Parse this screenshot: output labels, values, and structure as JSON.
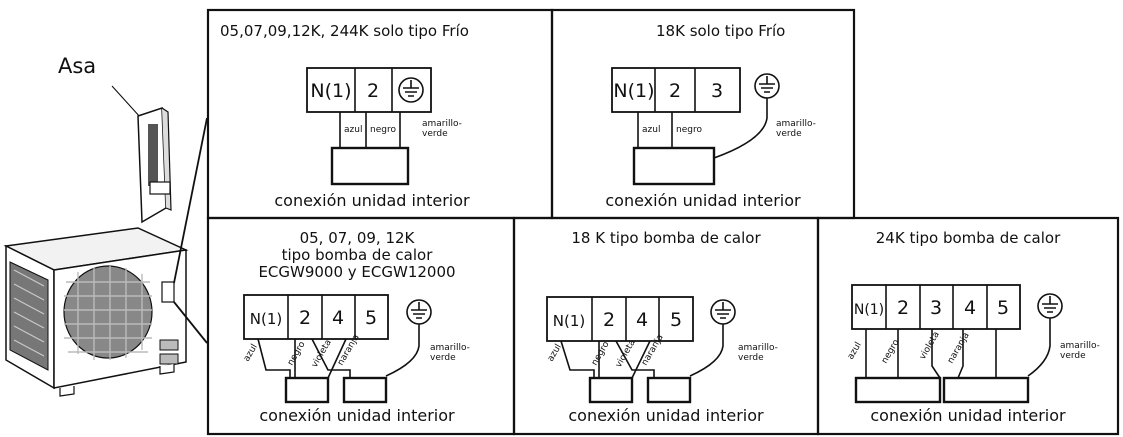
{
  "handle_label": "Asa",
  "panels": [
    {
      "title_lines": [
        "05,07,09,12K, 244K solo tipo Frío"
      ],
      "terminals": [
        "N(1)",
        "2",
        "⏚"
      ],
      "wires": [
        "azul",
        "negro"
      ],
      "earth_label": [
        "amarillo-",
        "verde"
      ],
      "connection": "conexión unidad interior"
    },
    {
      "title_lines": [
        "18K solo tipo Frío"
      ],
      "terminals": [
        "N(1)",
        "2",
        "3"
      ],
      "wires": [
        "azul",
        "negro"
      ],
      "earth_label": [
        "amarillo-",
        "verde"
      ],
      "connection": "conexión unidad interior"
    },
    {
      "title_lines": [
        "05, 07, 09, 12K",
        "tipo bomba de calor",
        "ECGW9000 y ECGW12000"
      ],
      "terminals": [
        "N(1)",
        "2",
        "4",
        "5"
      ],
      "wires": [
        "azul",
        "negro",
        "violeta",
        "naranja"
      ],
      "earth_label": [
        "amarillo-",
        "verde"
      ],
      "connection": "conexión unidad interior"
    },
    {
      "title_lines": [
        "18 K tipo bomba de calor"
      ],
      "terminals": [
        "N(1)",
        "2",
        "4",
        "5"
      ],
      "wires": [
        "azul",
        "negro",
        "violeta",
        "naranja"
      ],
      "earth_label": [
        "amarillo-",
        "verde"
      ],
      "connection": "conexión unidad interior"
    },
    {
      "title_lines": [
        "24K tipo bomba de calor"
      ],
      "terminals": [
        "N(1)",
        "2",
        "3",
        "4",
        "5"
      ],
      "wires": [
        "azul",
        "negro",
        "violeta",
        "naranja"
      ],
      "earth_label": [
        "amarillo-",
        "verde"
      ],
      "connection": "conexión unidad interior"
    }
  ]
}
